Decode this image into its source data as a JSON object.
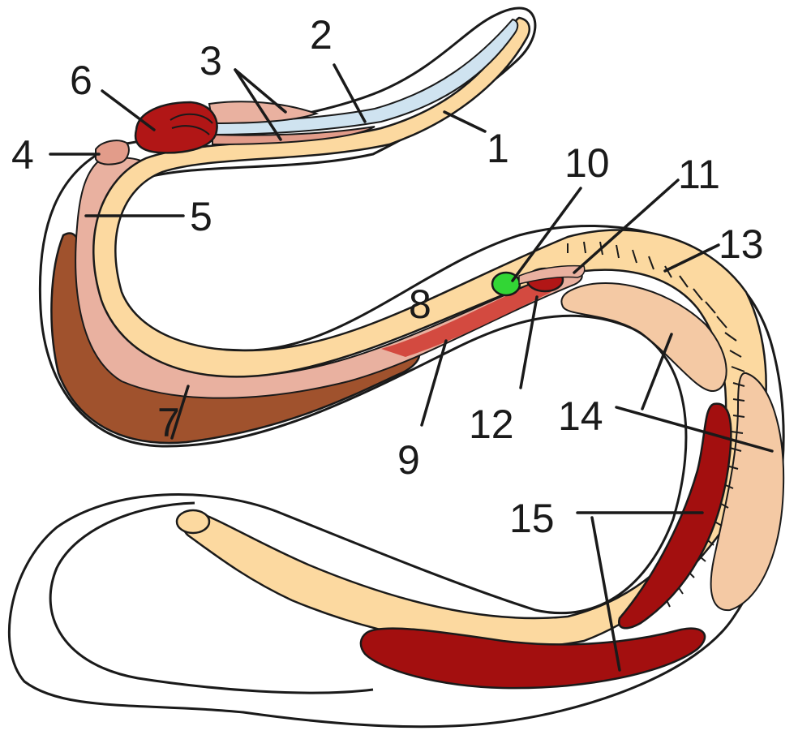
{
  "colors": {
    "body_fill": "#ffffff",
    "outline": "#1a1a1a",
    "gut": "#fcd9a0",
    "trachea": "#cfe3f0",
    "lung": "#a0522d",
    "muscle": "#e9b1a0",
    "heart": "#b11616",
    "kidney": "#a30f0f",
    "gall": "#32d635",
    "fat": "#f4c9a4"
  },
  "labels": [
    {
      "id": "1",
      "text": "1"
    },
    {
      "id": "2",
      "text": "2"
    },
    {
      "id": "3",
      "text": "3"
    },
    {
      "id": "4",
      "text": "4"
    },
    {
      "id": "5",
      "text": "5"
    },
    {
      "id": "6",
      "text": "6"
    },
    {
      "id": "7",
      "text": "7"
    },
    {
      "id": "8",
      "text": "8"
    },
    {
      "id": "9",
      "text": "9"
    },
    {
      "id": "10",
      "text": "10"
    },
    {
      "id": "11",
      "text": "11"
    },
    {
      "id": "12",
      "text": "12"
    },
    {
      "id": "13",
      "text": "13"
    },
    {
      "id": "14",
      "text": "14"
    },
    {
      "id": "15",
      "text": "15"
    }
  ]
}
